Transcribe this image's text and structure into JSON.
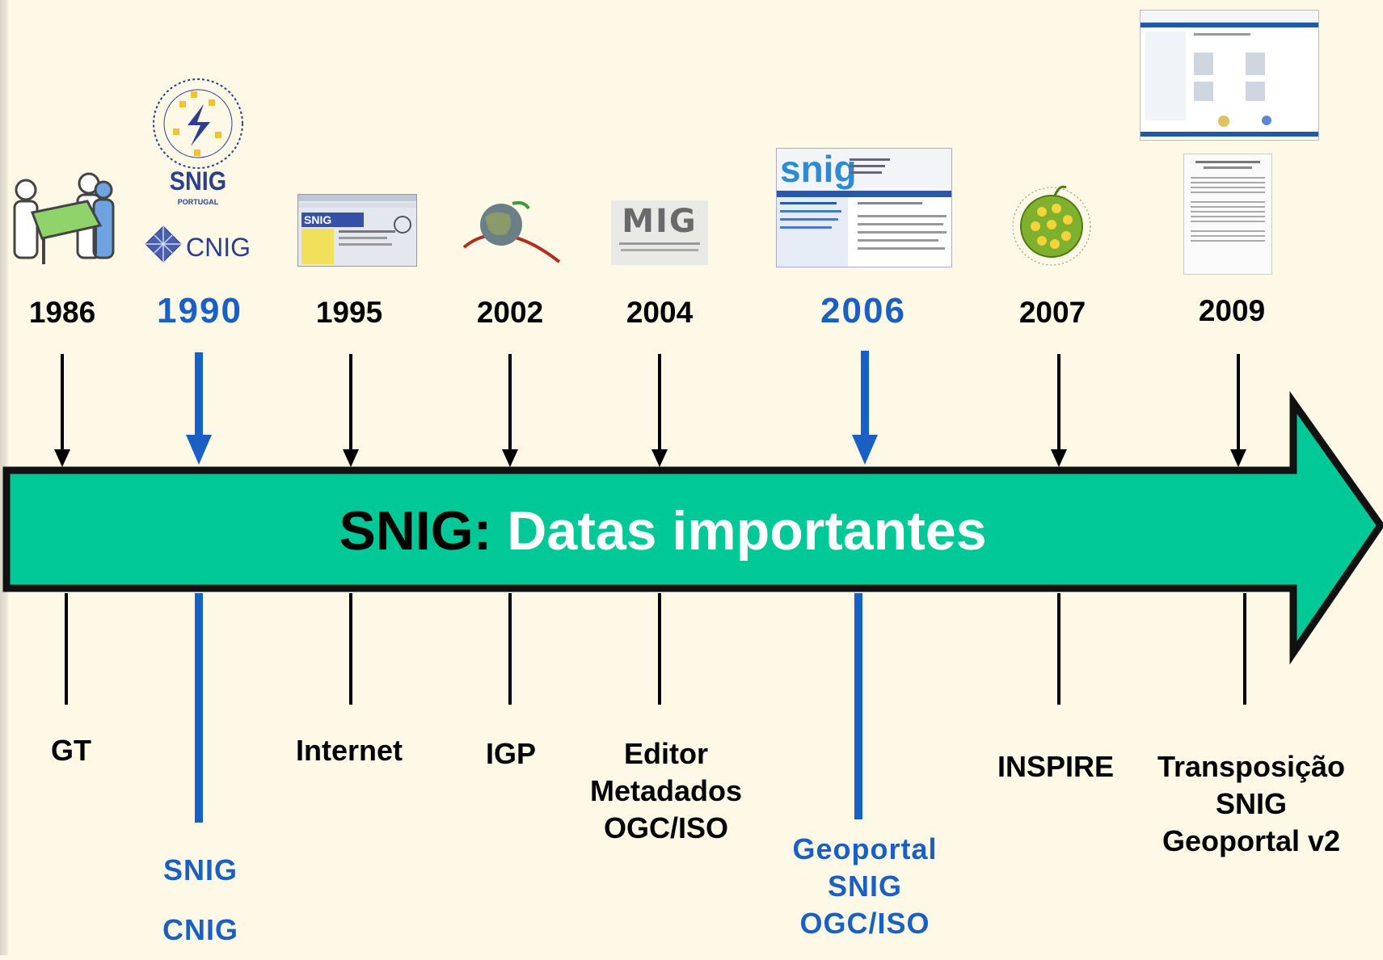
{
  "diagram": {
    "title_prefix": "SNIG:",
    "title_main": "Datas importantes",
    "colors": {
      "arrow_fill": "#00c896",
      "arrow_stroke": "#111111",
      "highlight": "#1a5fc4",
      "text": "#000000",
      "background": "#fdf9e6"
    },
    "events": [
      {
        "year": "1986",
        "highlight": false,
        "labels": [
          "GT"
        ],
        "icon": "meeting-people-icon"
      },
      {
        "year": "1990",
        "highlight": true,
        "labels": [
          "SNIG",
          "CNIG"
        ],
        "icon": "snig-cnig-logo",
        "logo_text": [
          "SNIG",
          "PORTUGAL",
          "CNIG"
        ]
      },
      {
        "year": "1995",
        "highlight": false,
        "labels": [
          "Internet"
        ],
        "icon": "website-screenshot-1995",
        "logo_text": [
          "SNIG"
        ]
      },
      {
        "year": "2002",
        "highlight": false,
        "labels": [
          "IGP"
        ],
        "icon": "globe-logo-icon"
      },
      {
        "year": "2004",
        "highlight": false,
        "labels": [
          "Editor",
          "Metadados",
          "OGC/ISO"
        ],
        "icon": "mig-editor-logo",
        "logo_text": [
          "MIG"
        ]
      },
      {
        "year": "2006",
        "highlight": true,
        "labels": [
          "Geoportal",
          "SNIG",
          "OGC/ISO"
        ],
        "icon": "snig-geoportal-screenshot",
        "logo_text": [
          "snig"
        ]
      },
      {
        "year": "2007",
        "highlight": false,
        "labels": [
          "INSPIRE"
        ],
        "icon": "inspire-logo-icon"
      },
      {
        "year": "2009",
        "highlight": false,
        "labels": [
          "Transposição",
          "SNIG",
          "Geoportal v2"
        ],
        "icon": "geoportal-v2-screenshot"
      }
    ]
  }
}
